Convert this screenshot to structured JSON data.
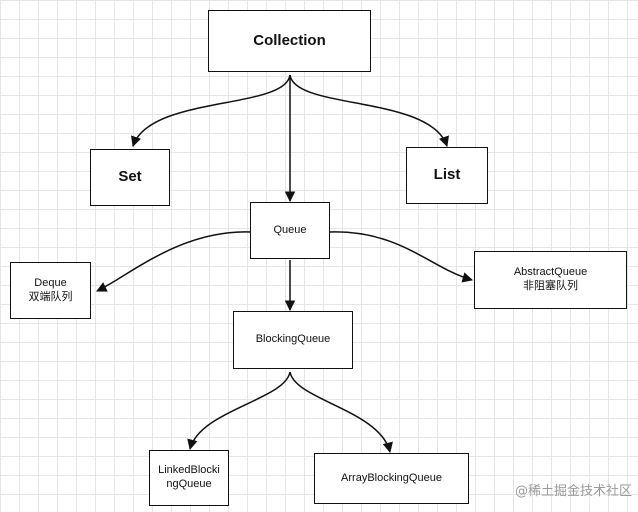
{
  "nodes": {
    "collection": "Collection",
    "set": "Set",
    "list": "List",
    "queue": "Queue",
    "deque": [
      "Deque",
      "双端队列"
    ],
    "abstract_queue": [
      "AbstractQueue",
      "非阻塞队列"
    ],
    "blocking_queue": "BlockingQueue",
    "linked_blocking_queue": [
      "LinkedBlocki",
      "ngQueue"
    ],
    "array_blocking_queue": "ArrayBlockingQueue"
  },
  "watermark": "@稀土掘金技术社区"
}
